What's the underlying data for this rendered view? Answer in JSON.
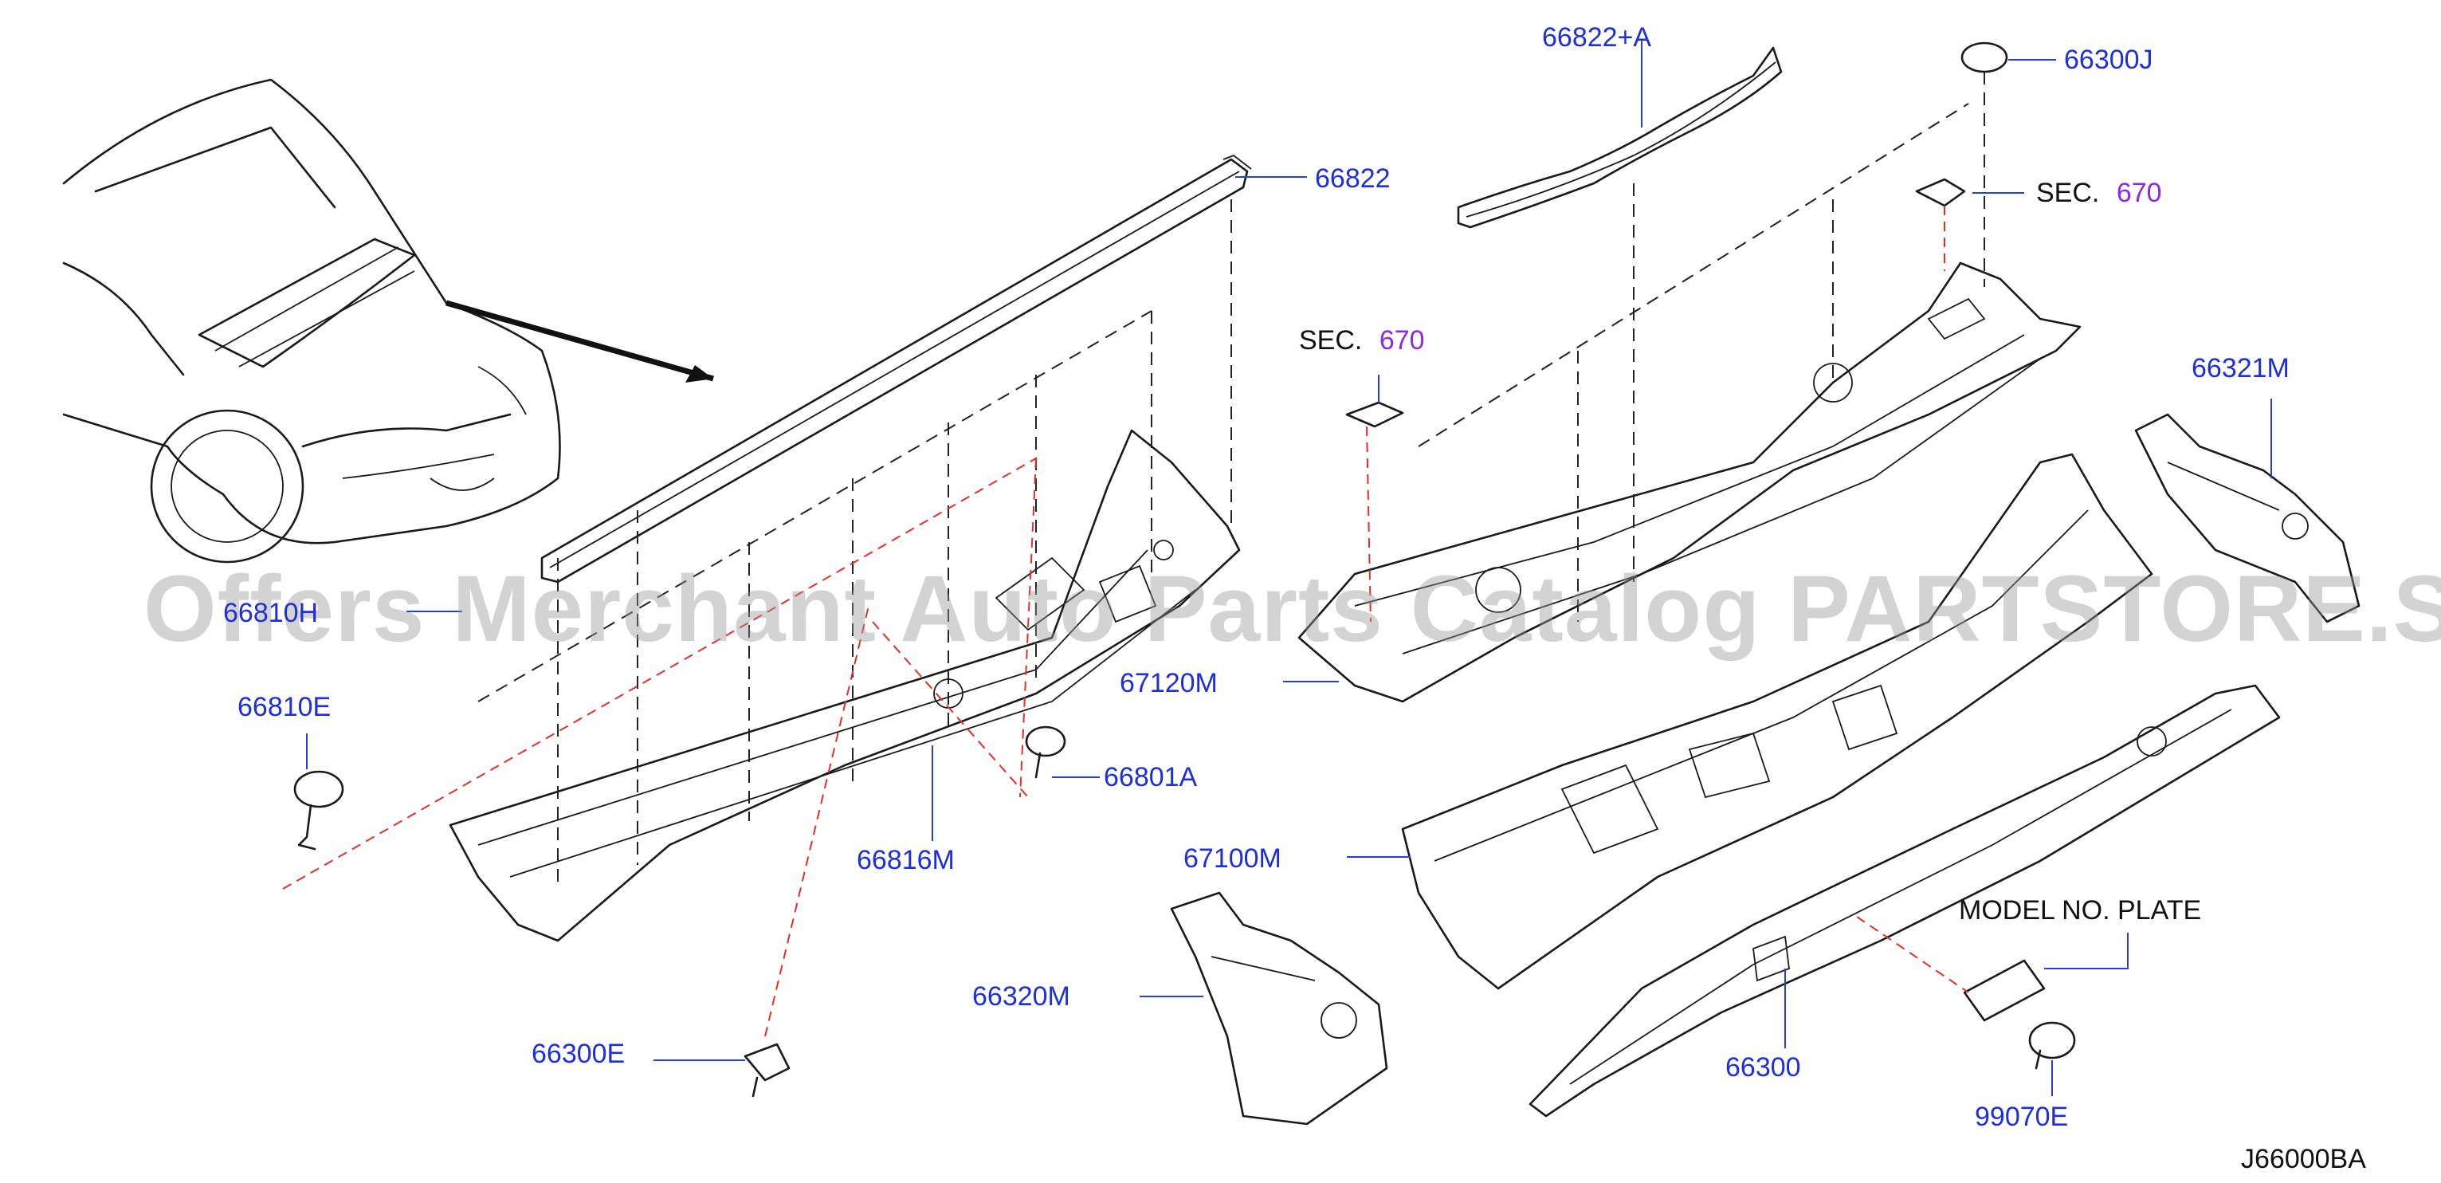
{
  "diagram_code": "J66000BA",
  "watermark": "Offers Merchant Auto Parts Catalog PARTSTORE.SA",
  "labels": {
    "p66822a": "66822+A",
    "p66300j": "66300J",
    "p66822": "66822",
    "sec_prefix": "SEC.",
    "sec_num": "670",
    "p66321m": "66321M",
    "p66810_partial": "66810H",
    "p67120m": "67120M",
    "p66810e": "66810E",
    "p66801a": "66801A",
    "p66816m": "66816M",
    "p67100m": "67100M",
    "model_plate": "MODEL  NO.  PLATE",
    "p66320m": "66320M",
    "p66300e": "66300E",
    "p66300": "66300",
    "p99070e": "99070E"
  },
  "colors": {
    "part_number": "#1f2fd8",
    "section_ref": "#8a2be2",
    "line_art": "#1a1a1a",
    "red_dashed": "#e0302a",
    "leader": "#2a3fd6"
  }
}
